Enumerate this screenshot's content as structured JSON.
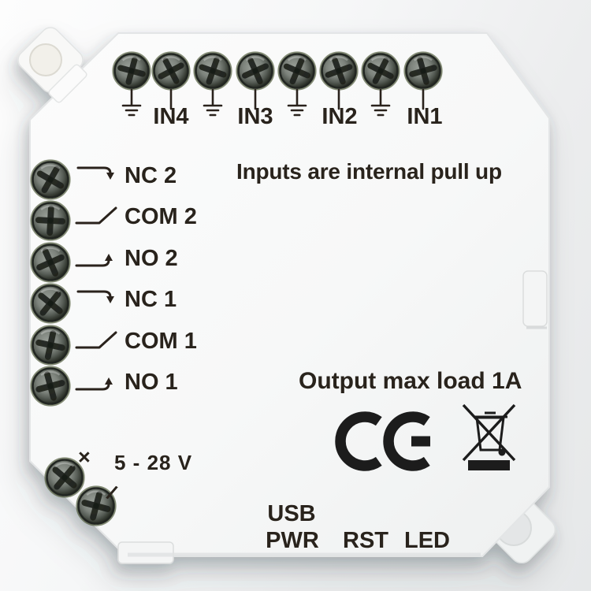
{
  "colors": {
    "body": "#fafbfb",
    "print": "#29231c",
    "background_top": "#fcfcfc",
    "background_bottom": "#e6e8e9",
    "screw_dark": "#22261f",
    "screw_light": "#8b918a"
  },
  "device": {
    "input_section": {
      "note": "Inputs are internal pull up",
      "labels": [
        "IN4",
        "IN3",
        "IN2",
        "IN1"
      ]
    },
    "relay_section": {
      "rows": [
        {
          "label": "NC 2",
          "symbol": "nc-contact-icon"
        },
        {
          "label": "COM 2",
          "symbol": "com-contact-icon"
        },
        {
          "label": "NO 2",
          "symbol": "no-contact-icon"
        },
        {
          "label": "NC 1",
          "symbol": "nc-contact-icon"
        },
        {
          "label": "COM 1",
          "symbol": "com-contact-icon"
        },
        {
          "label": "NO 1",
          "symbol": "no-contact-icon"
        }
      ]
    },
    "power_section": {
      "voltage": "5 - 28 V",
      "mark_top": "×",
      "mark_bottom": "/"
    },
    "output_section": {
      "note": "Output max load 1A",
      "ce_mark": "CE",
      "weee_icon": "crossed-out-wheelie-bin-icon"
    },
    "bottom_section": {
      "labels": [
        "USB",
        "PWR",
        "RST",
        "LED"
      ]
    }
  }
}
